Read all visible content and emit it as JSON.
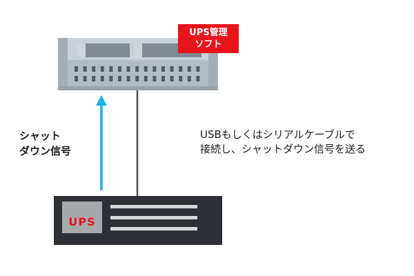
{
  "server": {
    "badge_line1": "UPS管理",
    "badge_line2": "ソフト"
  },
  "signal_label": {
    "line1": "シャット",
    "line2": "ダウン信号"
  },
  "usb_description": {
    "line1": "USBもしくはシリアルケーブルで",
    "line2": "接続し、シャットダウン信号を送る"
  },
  "ups_device": {
    "label": "UPS"
  },
  "colors": {
    "badge_red": "#e8141c",
    "arrow_blue": "#1ab0e8",
    "ups_body": "#2f3036",
    "server_body": "#b3bcc4"
  }
}
